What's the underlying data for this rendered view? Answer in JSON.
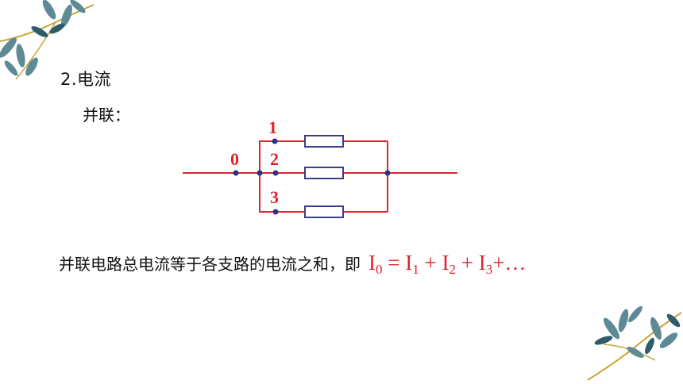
{
  "heading": "2.电流",
  "sublabel": "并联：",
  "circuit": {
    "node_labels": [
      "0",
      "1",
      "2",
      "3"
    ],
    "wire_color": "#e0232b",
    "resistor_color": "#3b3c8c",
    "dot_color": "#2f2f8c",
    "label_color": "#e0232b"
  },
  "statement": "并联电路总电流等于各支路的电流之和，即",
  "formula": {
    "I": "I",
    "sub0": "0",
    "eq": " = ",
    "sub1": "1",
    "plus": " + ",
    "sub2": "2",
    "sub3": "3",
    "tail": "+…"
  },
  "icons": [
    "leaf-branch-decoration-top-left",
    "leaf-branch-decoration-bottom-right"
  ]
}
